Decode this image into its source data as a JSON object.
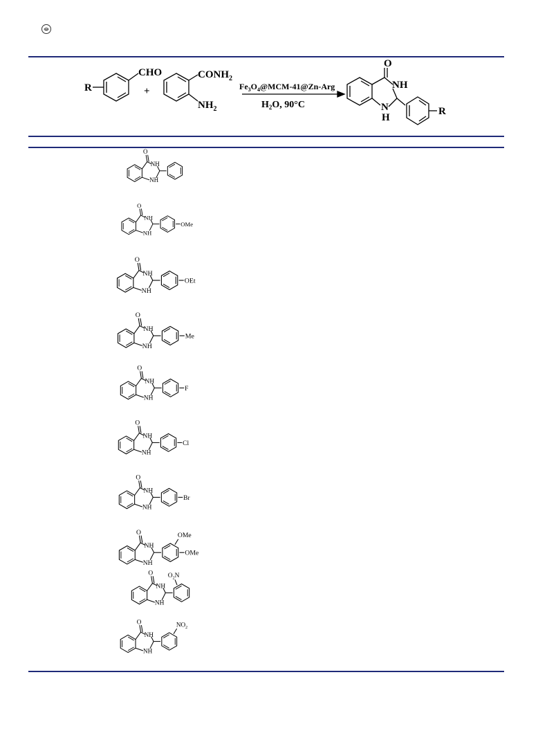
{
  "header": {
    "logo": "publisher-logo-icon"
  },
  "scheme": {
    "reactant1": {
      "substituent": "R",
      "group": "CHO"
    },
    "plus": "+",
    "reactant2": {
      "group_top": "CONH",
      "group_top_sub": "2",
      "group_bottom": "NH",
      "group_bottom_sub": "2"
    },
    "catalyst": {
      "p1": "Fe",
      "s1": "3",
      "p2": "O",
      "s2": "4",
      "p3": "@MCM-41@Zn-Arg"
    },
    "conditions": {
      "p1": "H",
      "s1": "2",
      "p2": "O, 90°C"
    },
    "product": {
      "carbonyl": "O",
      "nh_top": "NH",
      "nh_bottom": "N",
      "nh_bottom_h": "H",
      "substituent": "R"
    }
  },
  "compounds": [
    {
      "o": "O",
      "nh1": "NH",
      "nh2": "NH",
      "subs": []
    },
    {
      "o": "O",
      "nh1": "NH",
      "nh2": "NH",
      "subs": [
        {
          "pos": "para",
          "text": "OMe"
        }
      ]
    },
    {
      "o": "O",
      "nh1": "NH",
      "nh2": "NH",
      "subs": [
        {
          "pos": "para",
          "text": "OEt"
        }
      ]
    },
    {
      "o": "O",
      "nh1": "NH",
      "nh2": "NH",
      "subs": [
        {
          "pos": "para",
          "text": "Me"
        }
      ]
    },
    {
      "o": "O",
      "nh1": "NH",
      "nh2": "NH",
      "subs": [
        {
          "pos": "para",
          "text": "F"
        }
      ]
    },
    {
      "o": "O",
      "nh1": "NH",
      "nh2": "NH",
      "subs": [
        {
          "pos": "para",
          "text": "Cl"
        }
      ]
    },
    {
      "o": "O",
      "nh1": "NH",
      "nh2": "NH",
      "subs": [
        {
          "pos": "para",
          "text": "Br"
        }
      ]
    },
    {
      "o": "O",
      "nh1": "NH",
      "nh2": "NH",
      "subs": [
        {
          "pos": "meta",
          "text": "OMe"
        },
        {
          "pos": "para",
          "text": "OMe"
        }
      ]
    },
    {
      "o": "O",
      "nh1": "NH",
      "nh2": "NH",
      "subs": [
        {
          "pos": "ortho",
          "text": "O",
          "text_sub": "2",
          "text_pre": "N"
        }
      ]
    },
    {
      "o": "O",
      "nh1": "NH",
      "nh2": "NH",
      "subs": [
        {
          "pos": "meta",
          "text": "NO",
          "text_sub": "2"
        }
      ]
    }
  ]
}
